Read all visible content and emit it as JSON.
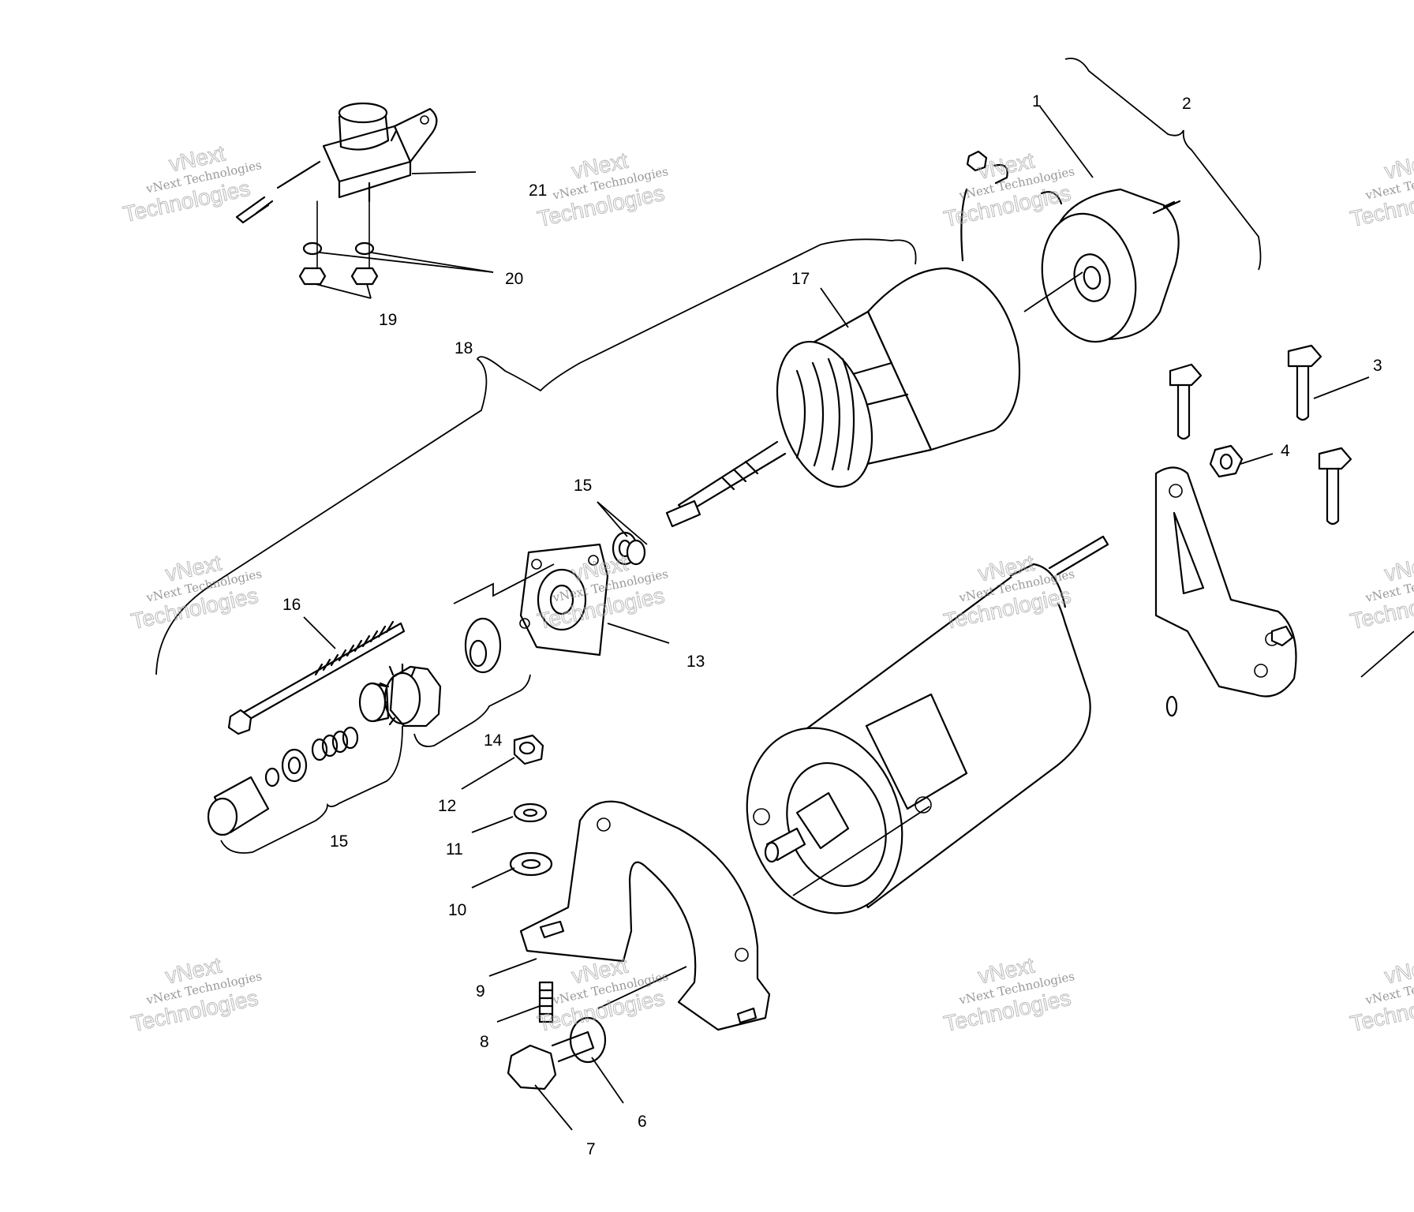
{
  "callouts": {
    "c1": "1",
    "c2": "2",
    "c3": "3",
    "c4": "4",
    "c6": "6",
    "c7": "7",
    "c8": "8",
    "c9": "9",
    "c10": "10",
    "c11": "11",
    "c12": "12",
    "c13": "13",
    "c14": "14",
    "c15a": "15",
    "c15b": "15",
    "c16": "16",
    "c17": "17",
    "c18": "18",
    "c19": "19",
    "c20": "20",
    "c21": "21"
  },
  "watermark": {
    "line1": "vNext",
    "line2": "vNext Technologies",
    "line3": "Technologies"
  }
}
